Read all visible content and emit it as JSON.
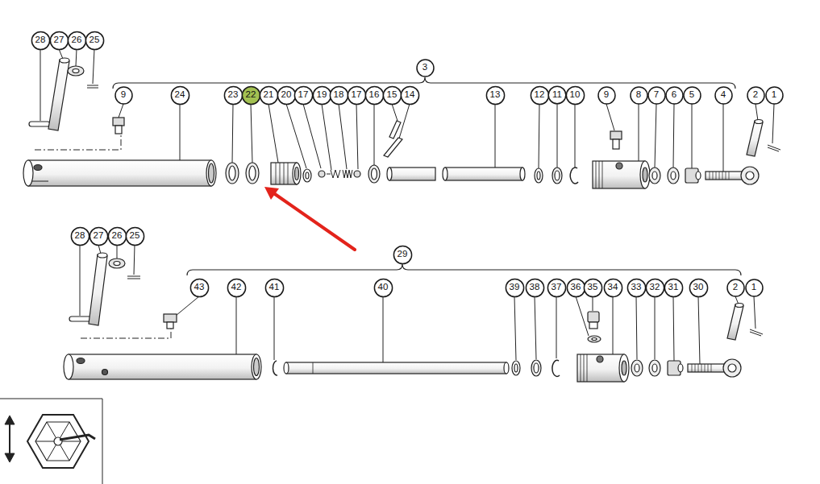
{
  "diagram": {
    "nodes": [
      {
        "text": [
          "28"
        ]
      },
      {
        "text": [
          "27"
        ]
      },
      {
        "text": [
          "26"
        ]
      },
      {
        "text": [
          "25"
        ]
      },
      {
        "text": [
          "3"
        ]
      },
      {
        "text": [
          "9"
        ]
      },
      {
        "text": [
          "24"
        ]
      },
      {
        "text": [
          "23"
        ]
      },
      {
        "text": [
          "22"
        ]
      },
      {
        "text": [
          "21"
        ]
      },
      {
        "text": [
          "20"
        ]
      },
      {
        "text": [
          "17"
        ]
      },
      {
        "text": [
          "19"
        ]
      },
      {
        "text": [
          "18"
        ]
      },
      {
        "text": [
          "17"
        ]
      },
      {
        "text": [
          "16"
        ]
      },
      {
        "text": [
          "15"
        ]
      },
      {
        "text": [
          "14"
        ]
      },
      {
        "text": [
          "13"
        ]
      },
      {
        "text": [
          "12"
        ]
      },
      {
        "text": [
          "11"
        ]
      },
      {
        "text": [
          "10"
        ]
      },
      {
        "text": [
          "9"
        ]
      },
      {
        "text": [
          "8"
        ]
      },
      {
        "text": [
          "7"
        ]
      },
      {
        "text": [
          "6"
        ]
      },
      {
        "text": [
          "5"
        ]
      },
      {
        "text": [
          "4"
        ]
      },
      {
        "text": [
          "2"
        ]
      },
      {
        "text": [
          "1"
        ]
      },
      {
        "text": [
          "28"
        ]
      },
      {
        "text": [
          "27"
        ]
      },
      {
        "text": [
          "26"
        ]
      },
      {
        "text": [
          "25"
        ]
      },
      {
        "text": [
          "29"
        ]
      },
      {
        "text": [
          "43"
        ]
      },
      {
        "text": [
          "42"
        ]
      },
      {
        "text": [
          "41"
        ]
      },
      {
        "text": [
          "40"
        ]
      },
      {
        "text": [
          "39"
        ]
      },
      {
        "text": [
          "38"
        ]
      },
      {
        "text": [
          "37"
        ]
      },
      {
        "text": [
          "36"
        ]
      },
      {
        "text": [
          "35"
        ]
      },
      {
        "text": [
          "34"
        ]
      },
      {
        "text": [
          "33"
        ]
      },
      {
        "text": [
          "32"
        ]
      },
      {
        "text": [
          "31"
        ]
      },
      {
        "text": [
          "30"
        ]
      },
      {
        "text": [
          "2"
        ]
      },
      {
        "text": [
          "1"
        ]
      }
    ]
  }
}
